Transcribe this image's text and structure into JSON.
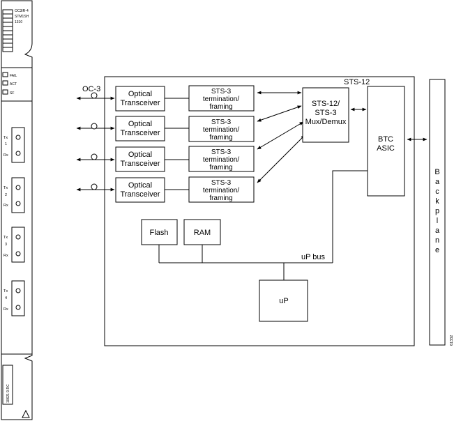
{
  "card": {
    "title_lines": [
      "OC3IR-4",
      "STM1SH",
      "1310"
    ],
    "leds": [
      "FAIL",
      "ACT",
      "SF"
    ],
    "ports": [
      {
        "tx": "Tx",
        "num": "1",
        "rx": "Rx"
      },
      {
        "tx": "Tx",
        "num": "2",
        "rx": "Rx"
      },
      {
        "tx": "Tx",
        "num": "3",
        "rx": "Rx"
      },
      {
        "tx": "Tx",
        "num": "4",
        "rx": "Rx"
      }
    ],
    "barcode_text": "10621 9.RC",
    "warning_icon": "triangle-icon"
  },
  "diagram": {
    "sts12_label": "STS-12",
    "oc3_label": "OC-3",
    "optical_lines": [
      "Optical",
      "Transceiver"
    ],
    "sts3_lines": [
      "STS-3",
      "termination/",
      "framing"
    ],
    "mux_lines": [
      "STS-12/",
      "STS-3",
      "Mux/Demux"
    ],
    "btc_lines": [
      "BTC",
      "ASIC"
    ],
    "flash": "Flash",
    "ram": "RAM",
    "up_bus": "uP bus",
    "up": "uP",
    "backplane_letters": [
      "B",
      "a",
      "c",
      "k",
      "p",
      "l",
      "a",
      "n",
      "e"
    ],
    "figure_id": "61332"
  }
}
